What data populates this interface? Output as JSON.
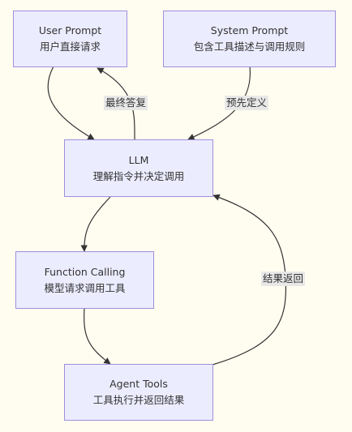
{
  "nodes": {
    "user_prompt": {
      "title": "User Prompt",
      "subtitle": "用户直接请求"
    },
    "system_prompt": {
      "title": "System Prompt",
      "subtitle": "包含工具描述与调用规则"
    },
    "llm": {
      "title": "LLM",
      "subtitle": "理解指令并决定调用"
    },
    "function_calling": {
      "title": "Function Calling",
      "subtitle": "模型请求调用工具"
    },
    "agent_tools": {
      "title": "Agent Tools",
      "subtitle": "工具执行并返回结果"
    }
  },
  "edges": {
    "final_answer": "最终答复",
    "predefined": "预先定义",
    "return_result": "结果返回"
  },
  "colors": {
    "node_fill": "#ececff",
    "node_border": "#9f8fdc",
    "edge": "#333333",
    "label_bg": "#e8e8e8",
    "background": "#fffdf0"
  }
}
